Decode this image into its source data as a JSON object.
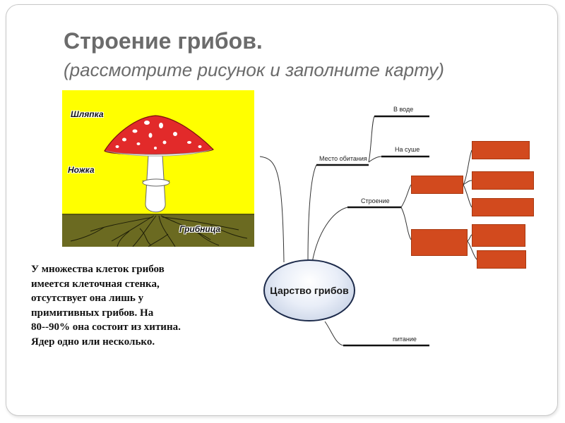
{
  "slide": {
    "title": "Строение грибов.",
    "subtitle": "(рассмотрите рисунок и заполните карту)"
  },
  "picture": {
    "labels": {
      "cap": "Шляпка",
      "stem": "Ножка",
      "mycelium": "Грибница"
    },
    "colors": {
      "sky": "#ffff00",
      "soil": "#6b6a21",
      "cap": "#e22a2a",
      "stem": "#ffffff"
    }
  },
  "text_block": "У множества клеток грибов\nимеется клеточная стенка,\nотсутствует она лишь у\nпримитивных грибов. На\n80--90% она состоит из хитина.\nЯдер одно или несколько.",
  "mind_map": {
    "center": "Царство грибов",
    "branches": {
      "habitat": "Место обитания",
      "water": "В воде",
      "land": "На суше",
      "structure": "Строение",
      "nutrition": "питание"
    },
    "blank_box_color": "#d24a1e"
  }
}
